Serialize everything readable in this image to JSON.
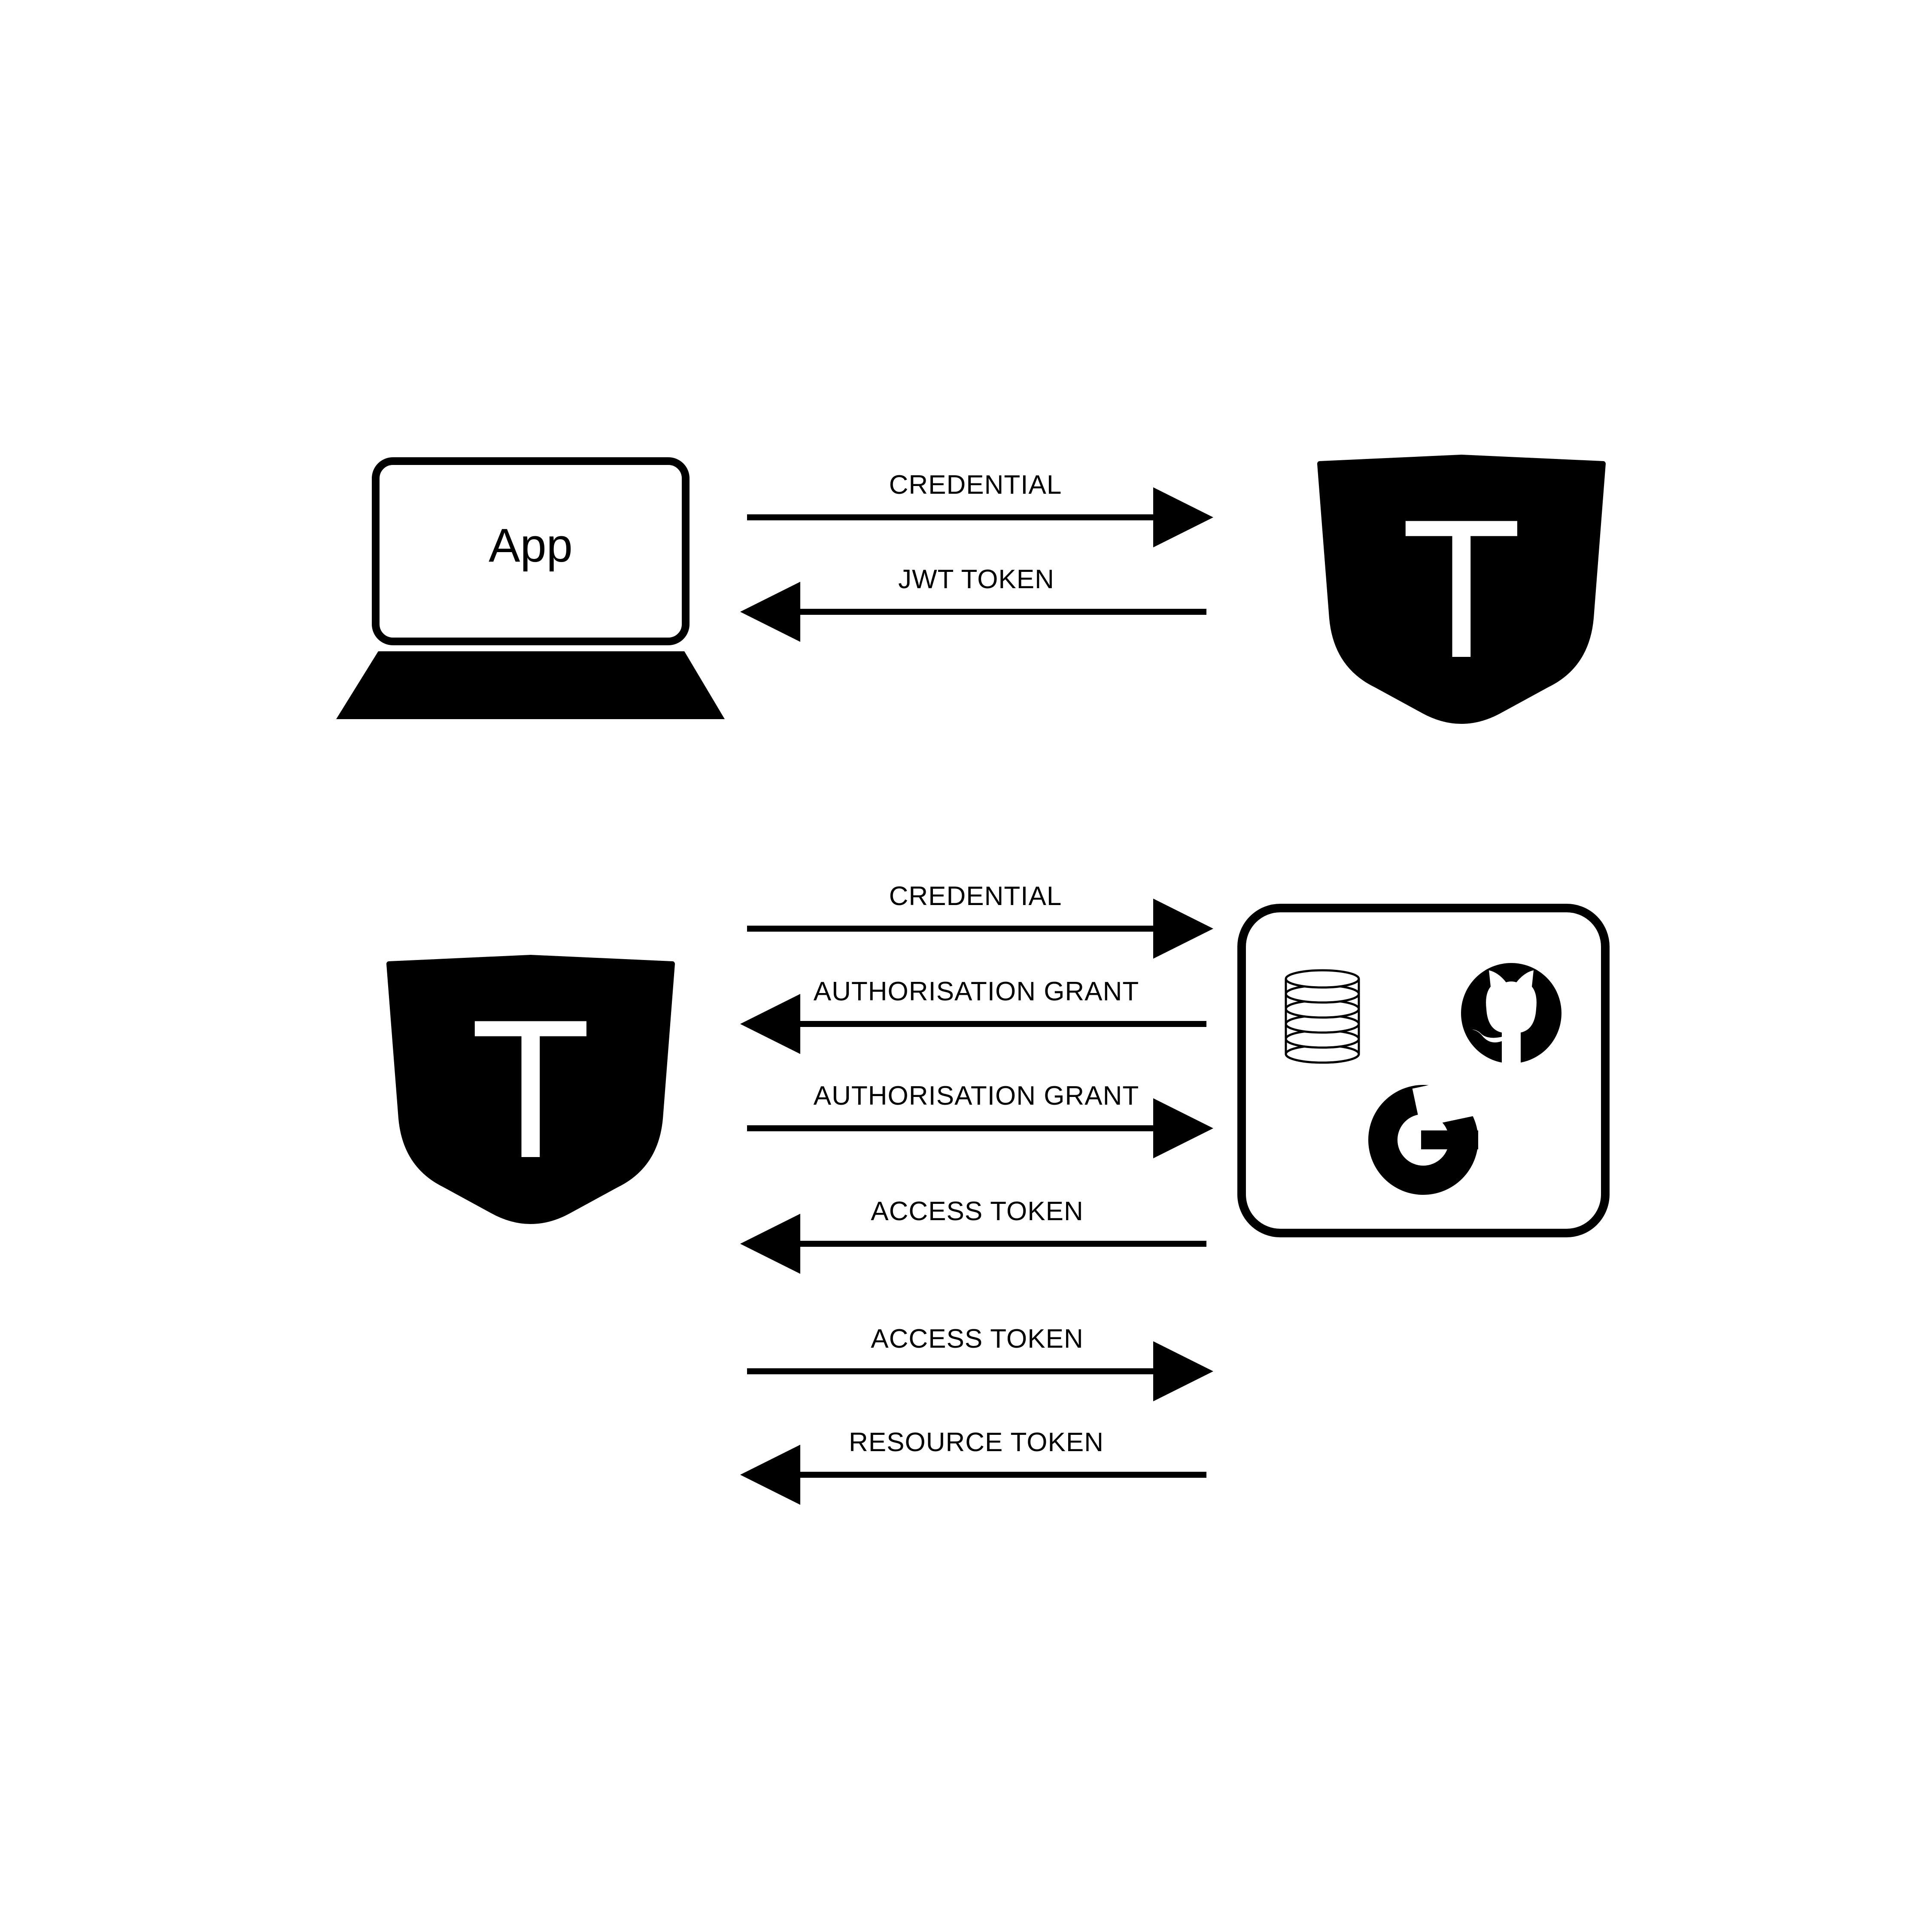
{
  "colors": {
    "ink": "#000000",
    "background": "#ffffff"
  },
  "client": {
    "label": "App",
    "icon": "laptop-icon"
  },
  "auth_server": {
    "icon": "shield-t-icon",
    "letter": "T"
  },
  "identity_providers": {
    "icons": [
      "database-icon",
      "github-icon",
      "google-icon"
    ],
    "google_letter": "G"
  },
  "flow_top": {
    "arrows": [
      {
        "label": "CREDENTIAL",
        "direction": "right"
      },
      {
        "label": "JWT TOKEN",
        "direction": "left"
      }
    ]
  },
  "flow_bottom": {
    "arrows": [
      {
        "label": "CREDENTIAL",
        "direction": "right"
      },
      {
        "label": "AUTHORISATION GRANT",
        "direction": "left"
      },
      {
        "label": "AUTHORISATION GRANT",
        "direction": "right"
      },
      {
        "label": "ACCESS TOKEN",
        "direction": "left"
      },
      {
        "label": "ACCESS TOKEN",
        "direction": "right"
      },
      {
        "label": "RESOURCE TOKEN",
        "direction": "left"
      }
    ]
  }
}
